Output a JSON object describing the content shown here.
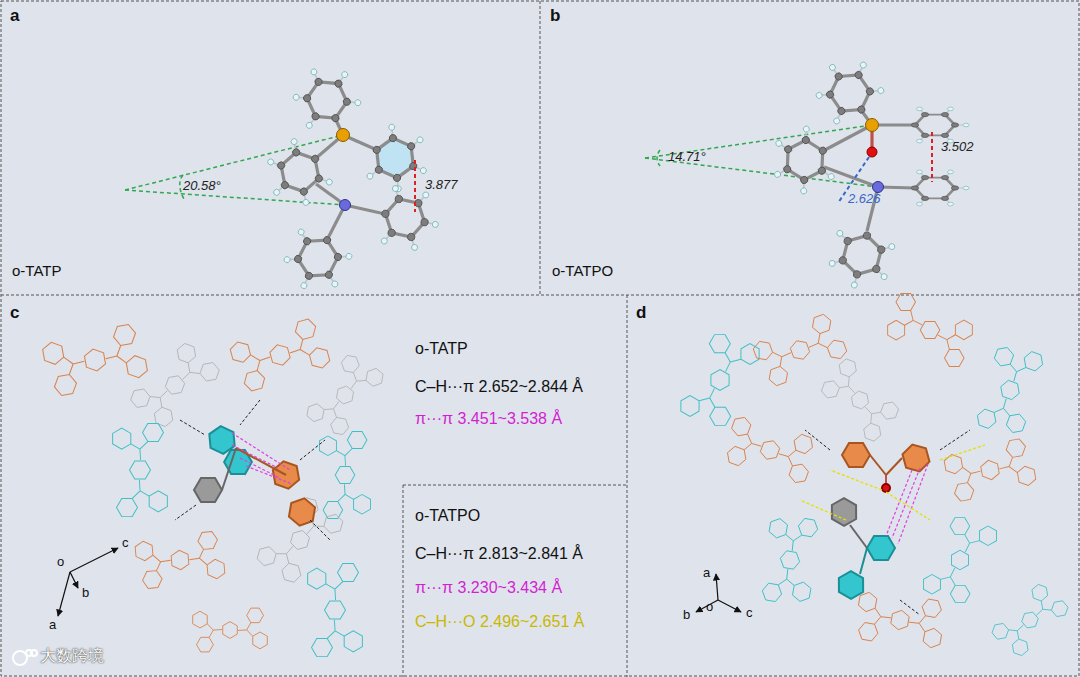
{
  "diagram": {
    "nodes": [
      {
        "text": [
          "a",
          "o-TATP"
        ]
      },
      {
        "text": [
          "b",
          "o-TATPO"
        ]
      },
      {
        "text": [
          "c"
        ]
      },
      {
        "text": [
          "d"
        ]
      },
      {
        "text": [
          "o-TATPO",
          "C–H···π 2.813~2.841 Å",
          "π···π 3.230~3.434 Å",
          "C–H···O 2.496~2.651 Å"
        ],
        "in": 2
      }
    ],
    "labels": [
      "20.58°",
      "3.877",
      "14.71°",
      "3.502",
      "2.626",
      "o-TATP",
      "C–H···π 2.652~2.844 Å",
      "π···π 3.451~3.538 Å",
      "o",
      "a",
      "b",
      "c",
      "a",
      "o",
      "b",
      "c",
      "大数跨境"
    ]
  }
}
